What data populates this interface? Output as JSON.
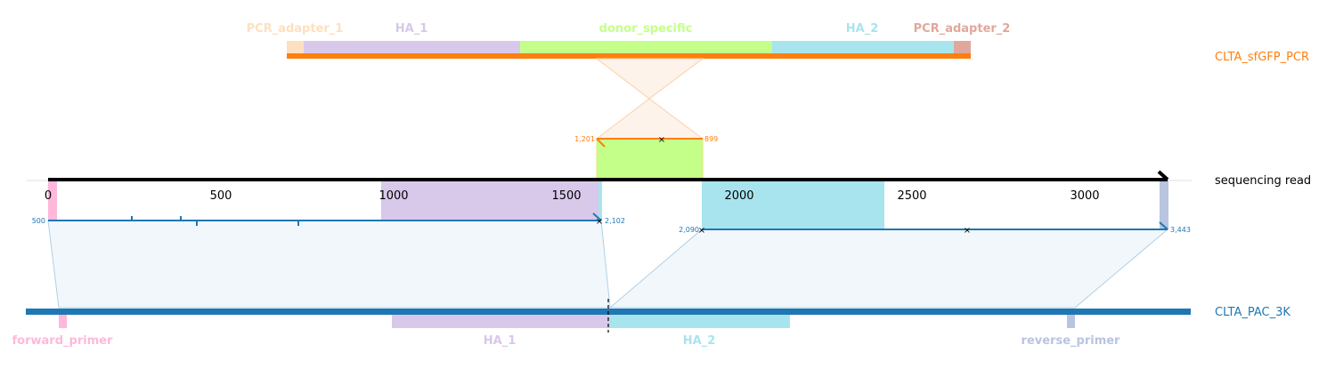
{
  "colors": {
    "pcr_adapter_1": "#fde0c0",
    "ha_1": "#d8c8ea",
    "donor_specific": "#c4ff8a",
    "ha_2": "#a8e4ee",
    "pcr_adapter_2": "#e0a89c",
    "forward_primer": "#ffb8dc",
    "reverse_primer": "#b8c4e0",
    "orange": "#ff7f0e",
    "blue": "#1f77b4",
    "black": "#000000"
  },
  "top_construct": {
    "name": "CLTA_sfGFP_PCR",
    "features": [
      {
        "label": "PCR_adapter_1",
        "color_key": "pcr_adapter_1"
      },
      {
        "label": "HA_1",
        "color_key": "ha_1"
      },
      {
        "label": "donor_specific",
        "color_key": "donor_specific"
      },
      {
        "label": "HA_2",
        "color_key": "ha_2"
      },
      {
        "label": "PCR_adapter_2",
        "color_key": "pcr_adapter_2"
      }
    ],
    "alignment": {
      "start": "1,201",
      "end": "899"
    }
  },
  "read": {
    "name": "sequencing read",
    "ticks": [
      "0",
      "500",
      "1000",
      "1500",
      "2000",
      "2500",
      "3000"
    ]
  },
  "bottom_construct": {
    "name": "CLTA_PAC_3K",
    "features": [
      {
        "label": "forward_primer",
        "color_key": "forward_primer"
      },
      {
        "label": "HA_1",
        "color_key": "ha_1"
      },
      {
        "label": "HA_2",
        "color_key": "ha_2"
      },
      {
        "label": "reverse_primer",
        "color_key": "reverse_primer"
      }
    ],
    "alignment_1": {
      "start": "500",
      "end": "2,102"
    },
    "alignment_2": {
      "start": "2,090",
      "end": "3,443"
    }
  }
}
